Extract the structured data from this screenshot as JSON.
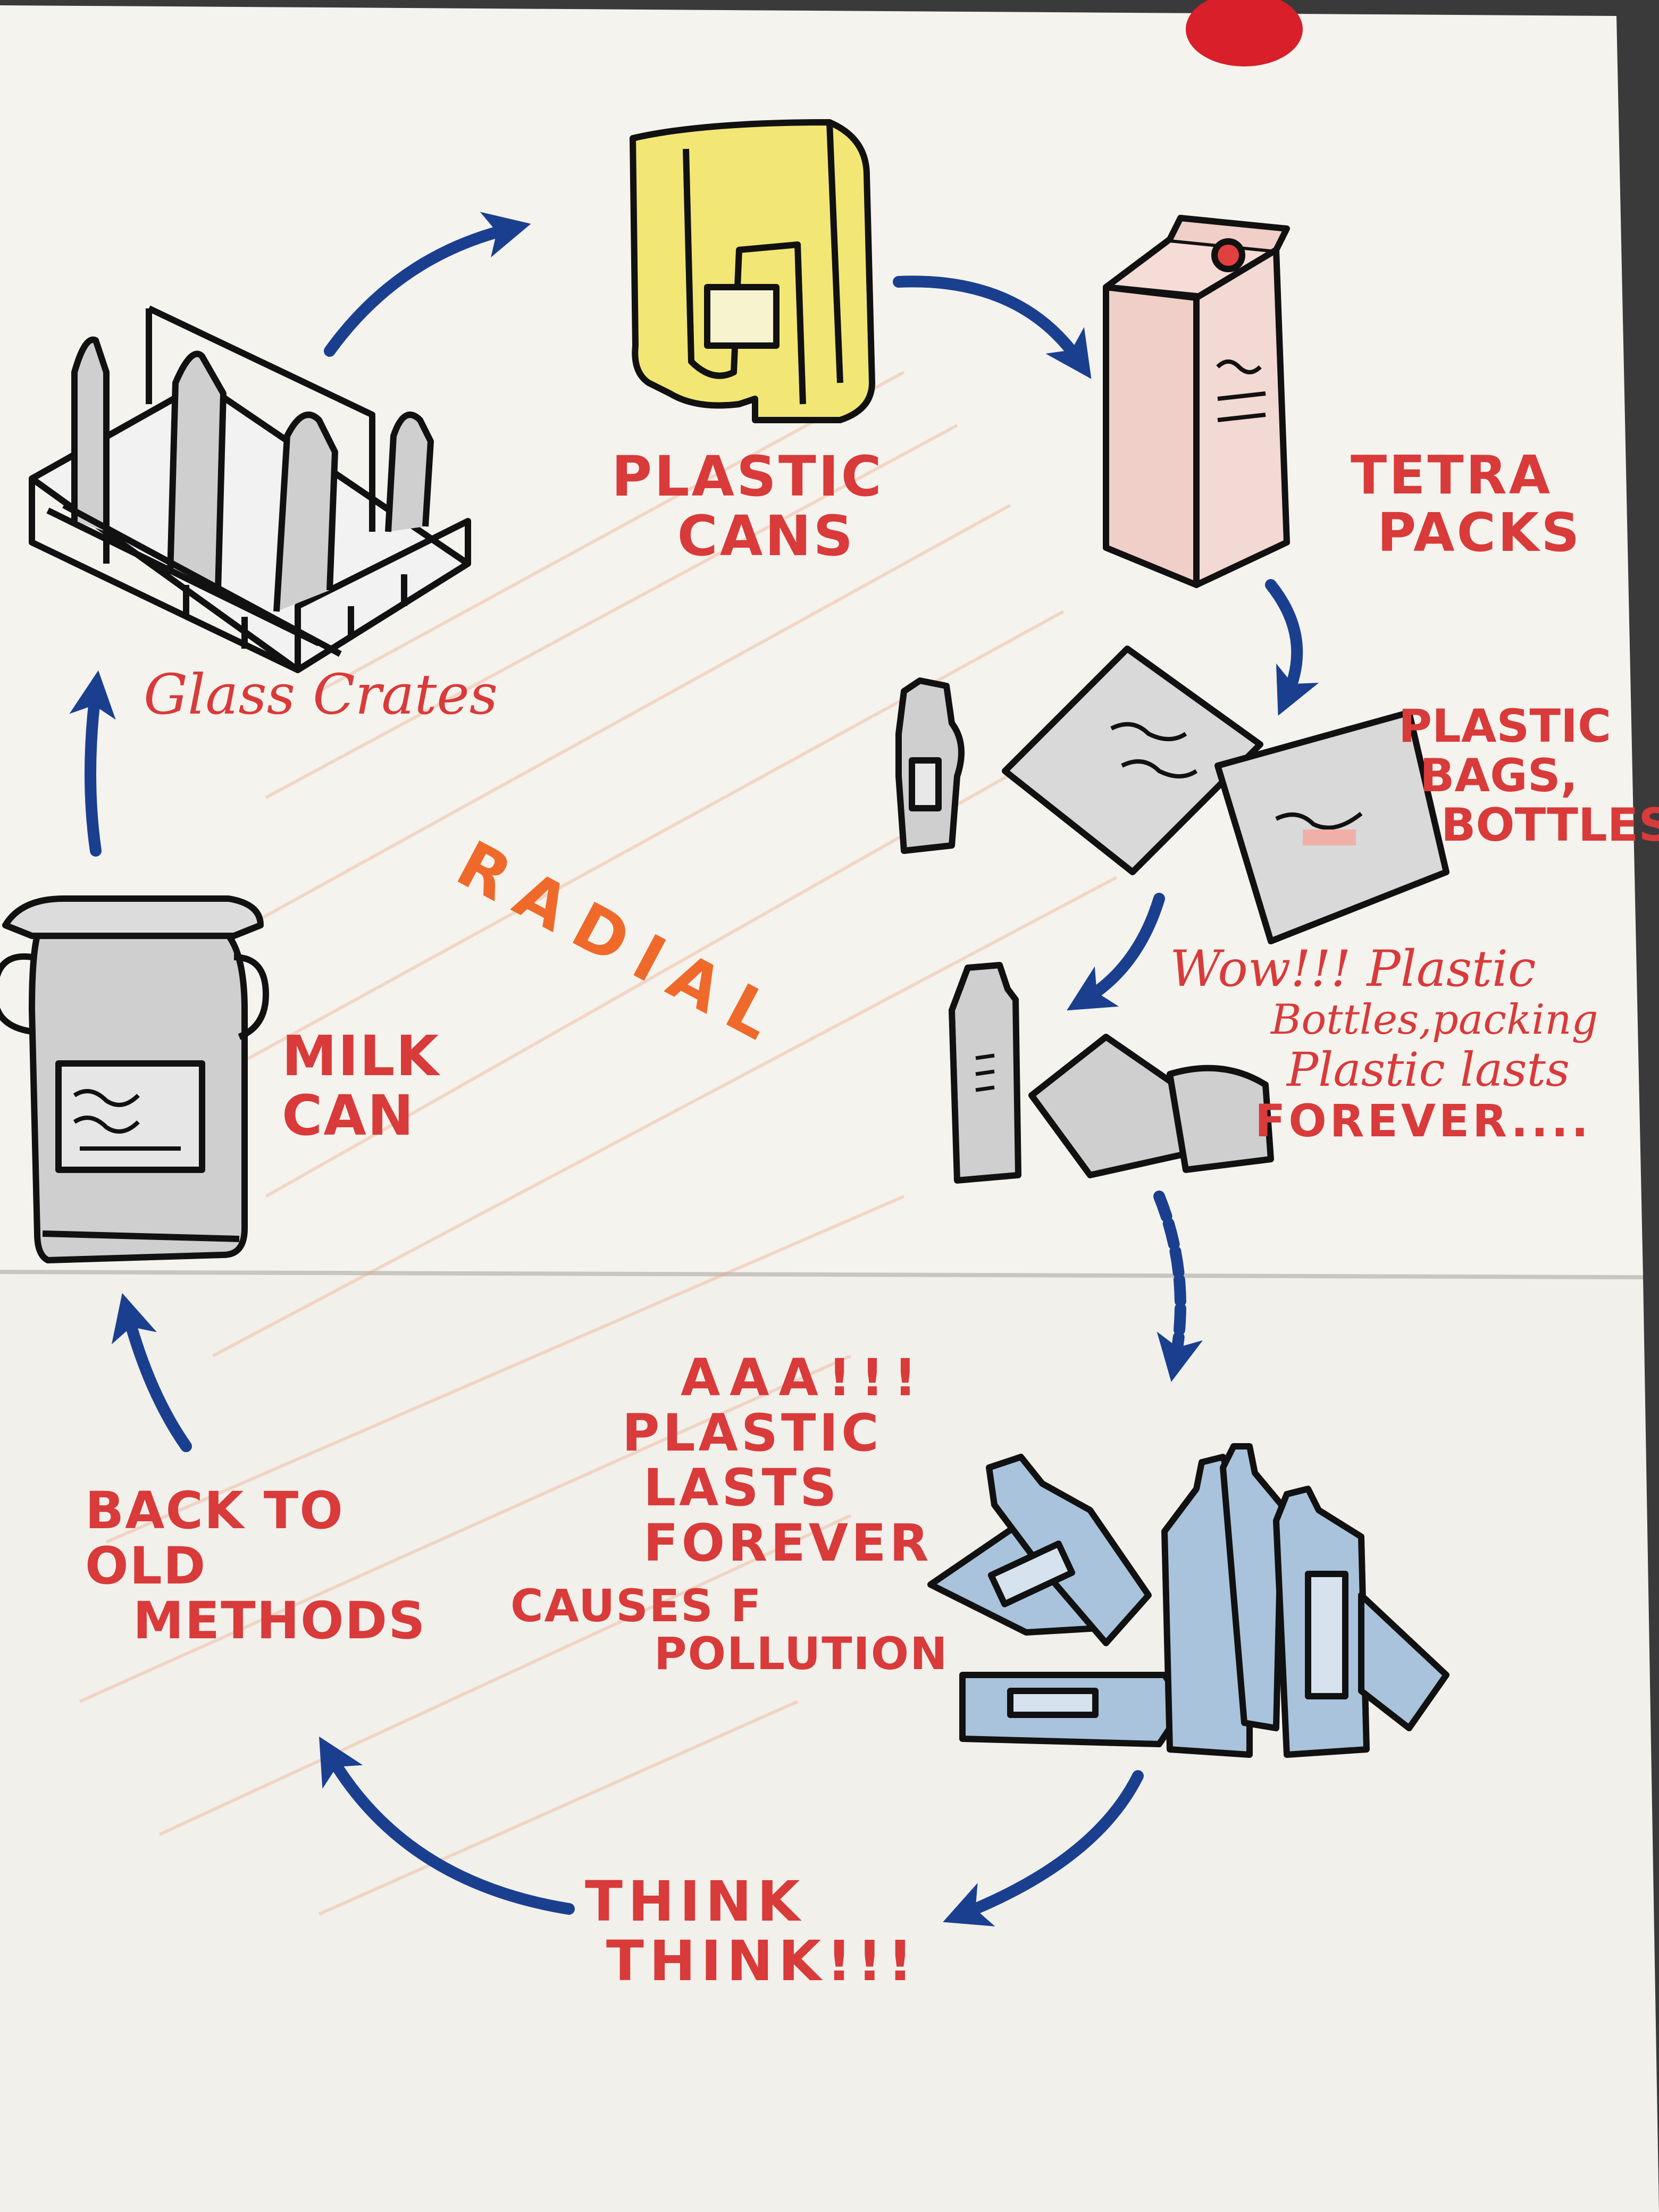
{
  "diagram": {
    "title": "RADIAL",
    "nodes": [
      {
        "id": "glass-crates",
        "label": "Glass Crates"
      },
      {
        "id": "plastic-cans",
        "label_lines": [
          "PLASTIC",
          "CANS"
        ]
      },
      {
        "id": "tetra-packs",
        "label_lines": [
          "TETRA",
          "PACKS"
        ]
      },
      {
        "id": "plastic-bags-bottles",
        "label_lines": [
          "PLASTIC",
          "BAGS,",
          "BOTTLES"
        ]
      },
      {
        "id": "plastic-bottles-packing",
        "label_lines": [
          "Wow!!! Plastic",
          "Bottles,packing",
          "Plastic lasts",
          "FOREVER...."
        ]
      },
      {
        "id": "plastic-pile",
        "label_lines": [
          "AAA!!!",
          "PLASTIC",
          "LASTS",
          "FOREVER",
          "CAUSES F",
          "POLLUTION"
        ]
      },
      {
        "id": "think",
        "label_lines": [
          "THINK",
          "THINK!!!"
        ]
      },
      {
        "id": "back-to-old",
        "label_lines": [
          "BACK TO",
          "OLD",
          "METHODS"
        ]
      },
      {
        "id": "milk-can",
        "label_lines": [
          "MILK",
          "CAN"
        ]
      }
    ],
    "edges": [
      {
        "from": "glass-crates",
        "to": "plastic-cans"
      },
      {
        "from": "plastic-cans",
        "to": "tetra-packs"
      },
      {
        "from": "tetra-packs",
        "to": "plastic-bags-bottles"
      },
      {
        "from": "plastic-bags-bottles",
        "to": "plastic-bottles-packing"
      },
      {
        "from": "plastic-bottles-packing",
        "to": "plastic-pile"
      },
      {
        "from": "plastic-pile",
        "to": "think"
      },
      {
        "from": "think",
        "to": "back-to-old"
      },
      {
        "from": "back-to-old",
        "to": "milk-can"
      },
      {
        "from": "milk-can",
        "to": "glass-crates"
      }
    ]
  },
  "colors": {
    "paper": "#f4f3ee",
    "label_red": "#d93a3a",
    "title_orange": "#ef6a2a",
    "arrow_blue": "#1b3f8f",
    "ink": "#111111",
    "plastic_can_yellow": "#f2e774",
    "tetra_pink": "#f0cfc8",
    "bottle_blue": "#a9c3dc",
    "shading_grey": "#c9c9c9"
  }
}
